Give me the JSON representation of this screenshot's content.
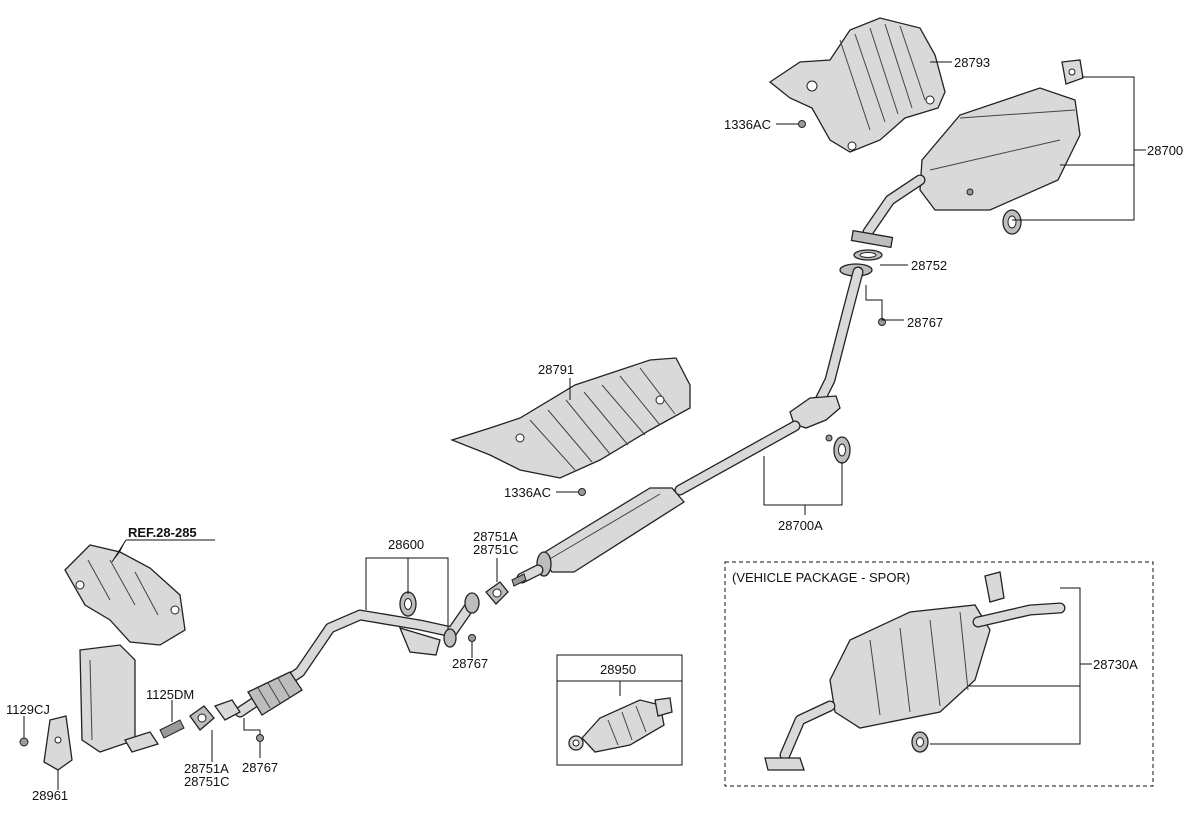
{
  "labels": {
    "p28793": "28793",
    "p1336ac_top": "1336AC",
    "p28700": "28700",
    "p28752": "28752",
    "p28767_r": "28767",
    "p28791": "28791",
    "p1336ac_mid": "1336AC",
    "p28700a": "28700A",
    "ref": "REF.28-285",
    "p28600": "28600",
    "p28751a_mid": "28751A",
    "p28751c_mid": "28751C",
    "p28767_mid": "28767",
    "p28950": "28950",
    "p1125dm": "1125DM",
    "p1129cj": "1129CJ",
    "p28961": "28961",
    "p28751a_bot": "28751A",
    "p28751c_bot": "28751C",
    "p28767_bot": "28767",
    "p28730a": "28730A"
  },
  "package": {
    "title": "(VEHICLE PACKAGE - SPOR)"
  }
}
